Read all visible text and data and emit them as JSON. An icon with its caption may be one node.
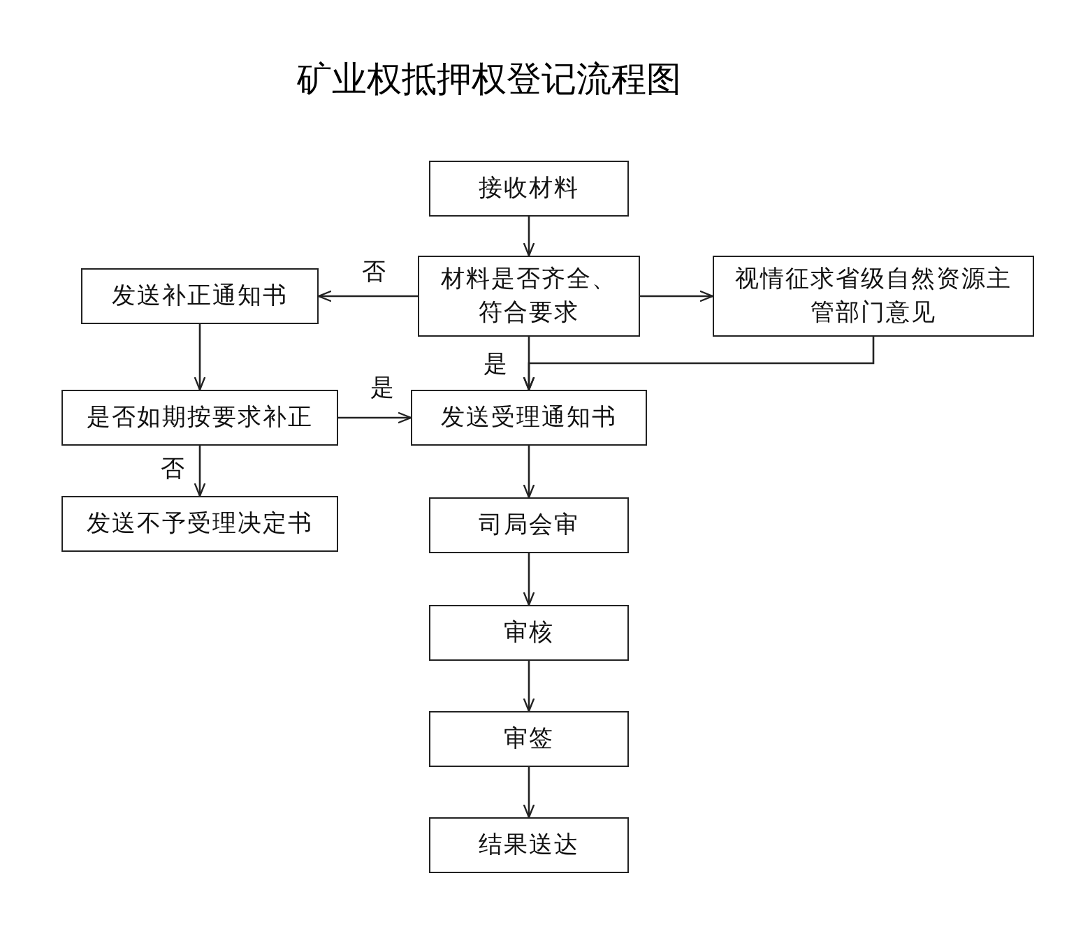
{
  "diagram": {
    "title": "矿业权抵押权登记流程图",
    "nodes": [
      {
        "text": [
          "接收材料"
        ]
      },
      {
        "text": [
          "材料是否齐全、符合要求"
        ]
      },
      {
        "text": [
          "发送补正通知书"
        ]
      },
      {
        "text": [
          "视情征求省级自然资源主管部门意见"
        ]
      },
      {
        "text": [
          "是否如期按要求补正"
        ]
      },
      {
        "text": [
          "发送受理通知书"
        ]
      },
      {
        "text": [
          "发送不予受理决定书"
        ]
      },
      {
        "text": [
          "司局会审"
        ]
      },
      {
        "text": [
          "审核"
        ]
      },
      {
        "text": [
          "审签"
        ]
      },
      {
        "text": [
          "结果送达"
        ]
      }
    ],
    "edges": [
      {
        "from": 0,
        "to": 1,
        "arrow": "to"
      },
      {
        "from": 1,
        "to": 2,
        "arrow": "to",
        "label": "否"
      },
      {
        "from": 1,
        "to": 3,
        "arrow": "to"
      },
      {
        "from": 1,
        "to": 5,
        "arrow": "to",
        "label": "是"
      },
      {
        "from": 3,
        "to": 5,
        "arrow": "to"
      },
      {
        "from": 2,
        "to": 4,
        "arrow": "to"
      },
      {
        "from": 4,
        "to": 5,
        "arrow": "to",
        "label": "是"
      },
      {
        "from": 4,
        "to": 6,
        "arrow": "to",
        "label": "否"
      },
      {
        "from": 5,
        "to": 7,
        "arrow": "to"
      },
      {
        "from": 7,
        "to": 8,
        "arrow": "to"
      },
      {
        "from": 8,
        "to": 9,
        "arrow": "to"
      },
      {
        "from": 9,
        "to": 10,
        "arrow": "to"
      }
    ]
  }
}
